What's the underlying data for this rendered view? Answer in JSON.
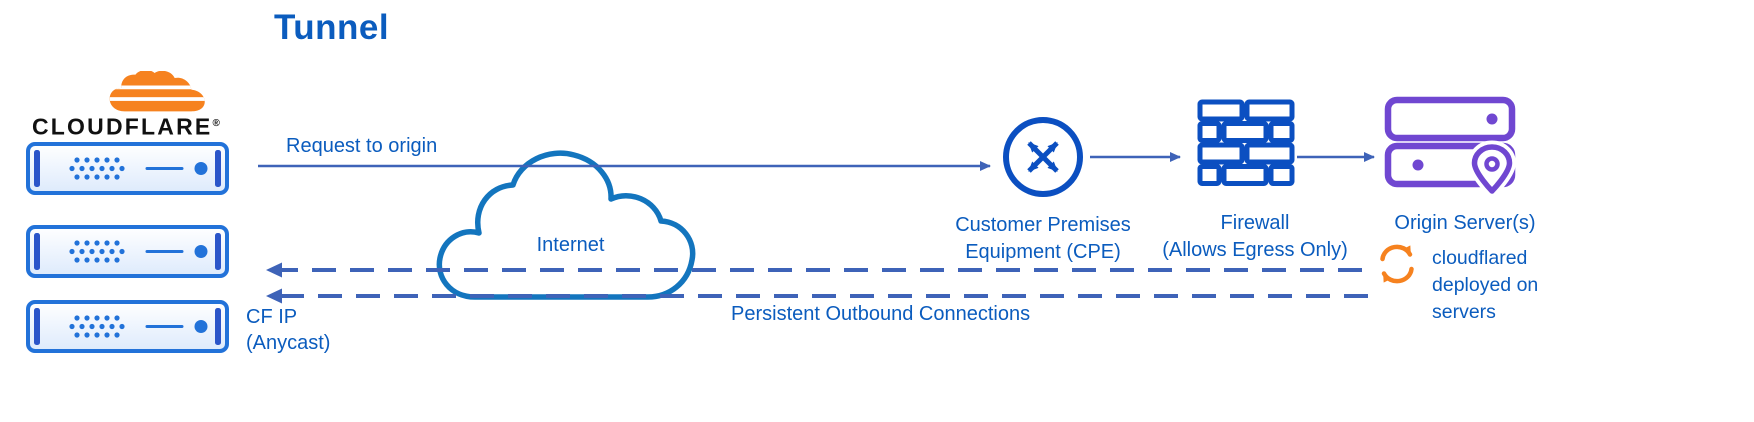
{
  "title": "Tunnel",
  "logo": {
    "brand": "CLOUDFLARE",
    "registered": "®"
  },
  "labels": {
    "request_to_origin": "Request to origin",
    "internet": "Internet",
    "cpe": "Customer Premises\nEquipment (CPE)",
    "firewall": "Firewall\n(Allows Egress Only)",
    "origin_servers": "Origin Server(s)",
    "cloudflared_note": "cloudflared deployed on servers",
    "persistent_outbound": "Persistent Outbound Connections",
    "cf_ip": "CF IP\n(Anycast)"
  },
  "colors": {
    "blue_text": "#0b5cbe",
    "arrow_blue": "#3e63b8",
    "cloud_stroke": "#1375be",
    "icon_blue": "#0b4fc1",
    "server_blue": "#2272d9",
    "origin_purple": "#7047d1",
    "cloudflare_orange": "#f6821f"
  },
  "icons": {
    "logo_cloud": "cloudflare-orange-cloud",
    "edge_server": "rack-server",
    "internet": "cloud-outline",
    "cpe": "circle-crossed-arrows",
    "firewall": "brick-wall",
    "origin": "stacked-servers-with-location-pin",
    "cloudflared": "orange-sync-arrows"
  }
}
